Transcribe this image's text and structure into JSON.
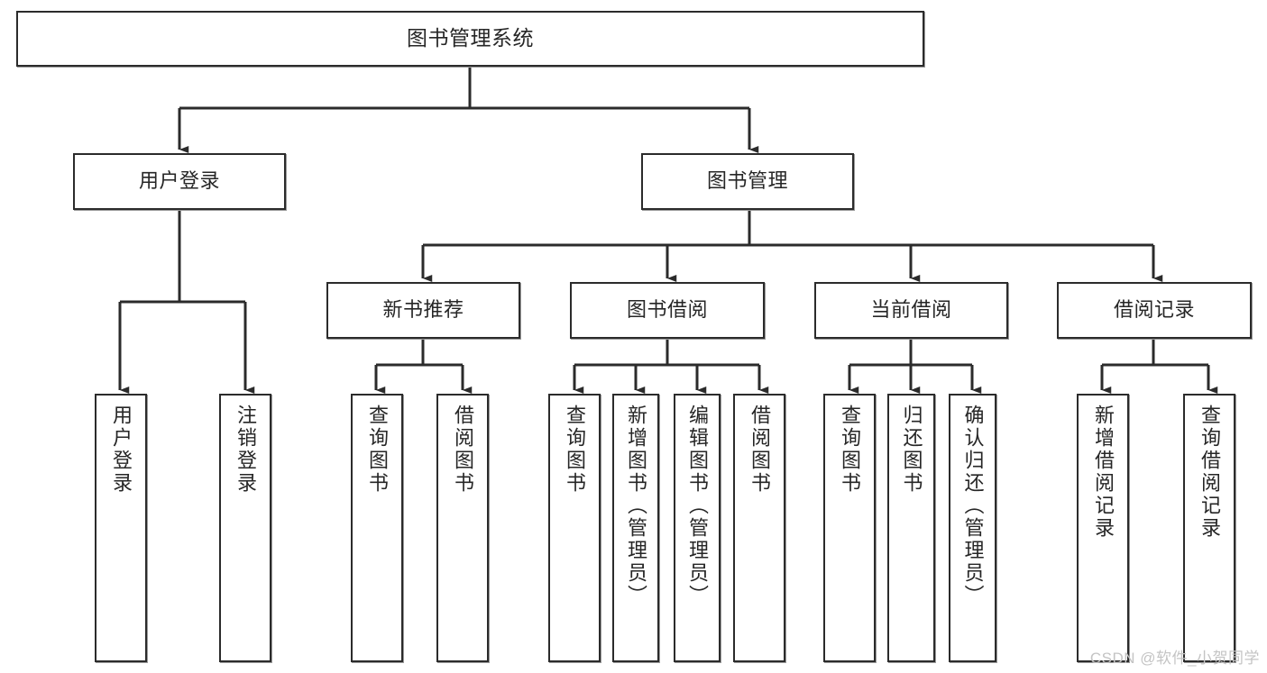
{
  "diagram": {
    "title": "图书管理系统",
    "watermark": "CSDN @软件_小贺同学",
    "colors": {
      "box_border": "#2b2b2b",
      "box_fill": "#ffffff",
      "line": "#2b2b2b",
      "text": "#262626",
      "watermark": "#c4c4c4"
    },
    "levels": {
      "level1": [
        "图书管理系统"
      ],
      "level2": [
        "用户登录",
        "图书管理"
      ],
      "level3": [
        "新书推荐",
        "图书借阅",
        "当前借阅",
        "借阅记录"
      ],
      "level4": [
        "用户登录",
        "注销登录",
        "查询图书",
        "借阅图书",
        "查询图书",
        "新增图书（管理员）",
        "编辑图书（管理员）",
        "借阅图书",
        "查询图书",
        "归还图书",
        "确认归还（管理员）",
        "新增借阅记录",
        "查询借阅记录"
      ]
    },
    "nodes": {
      "root": {
        "label": "图书管理系统"
      },
      "user_login": {
        "label": "用户登录"
      },
      "book_manage": {
        "label": "图书管理"
      },
      "new_book_rec": {
        "label": "新书推荐"
      },
      "book_borrow": {
        "label": "图书借阅"
      },
      "current_borrow": {
        "label": "当前借阅"
      },
      "borrow_record": {
        "label": "借阅记录"
      },
      "leaf_user_login": {
        "label": "用户登录"
      },
      "leaf_logout": {
        "label": "注销登录"
      },
      "leaf_query_book_1": {
        "label": "查询图书"
      },
      "leaf_borrow_book_1": {
        "label": "借阅图书"
      },
      "leaf_query_book_2": {
        "label": "查询图书"
      },
      "leaf_add_book": {
        "label": "新增图书（管理员）"
      },
      "leaf_edit_book": {
        "label": "编辑图书（管理员）"
      },
      "leaf_borrow_book_2": {
        "label": "借阅图书"
      },
      "leaf_query_book_3": {
        "label": "查询图书"
      },
      "leaf_return_book": {
        "label": "归还图书"
      },
      "leaf_confirm_return": {
        "label": "确认归还（管理员）"
      },
      "leaf_add_record": {
        "label": "新增借阅记录"
      },
      "leaf_query_record": {
        "label": "查询借阅记录"
      }
    }
  }
}
